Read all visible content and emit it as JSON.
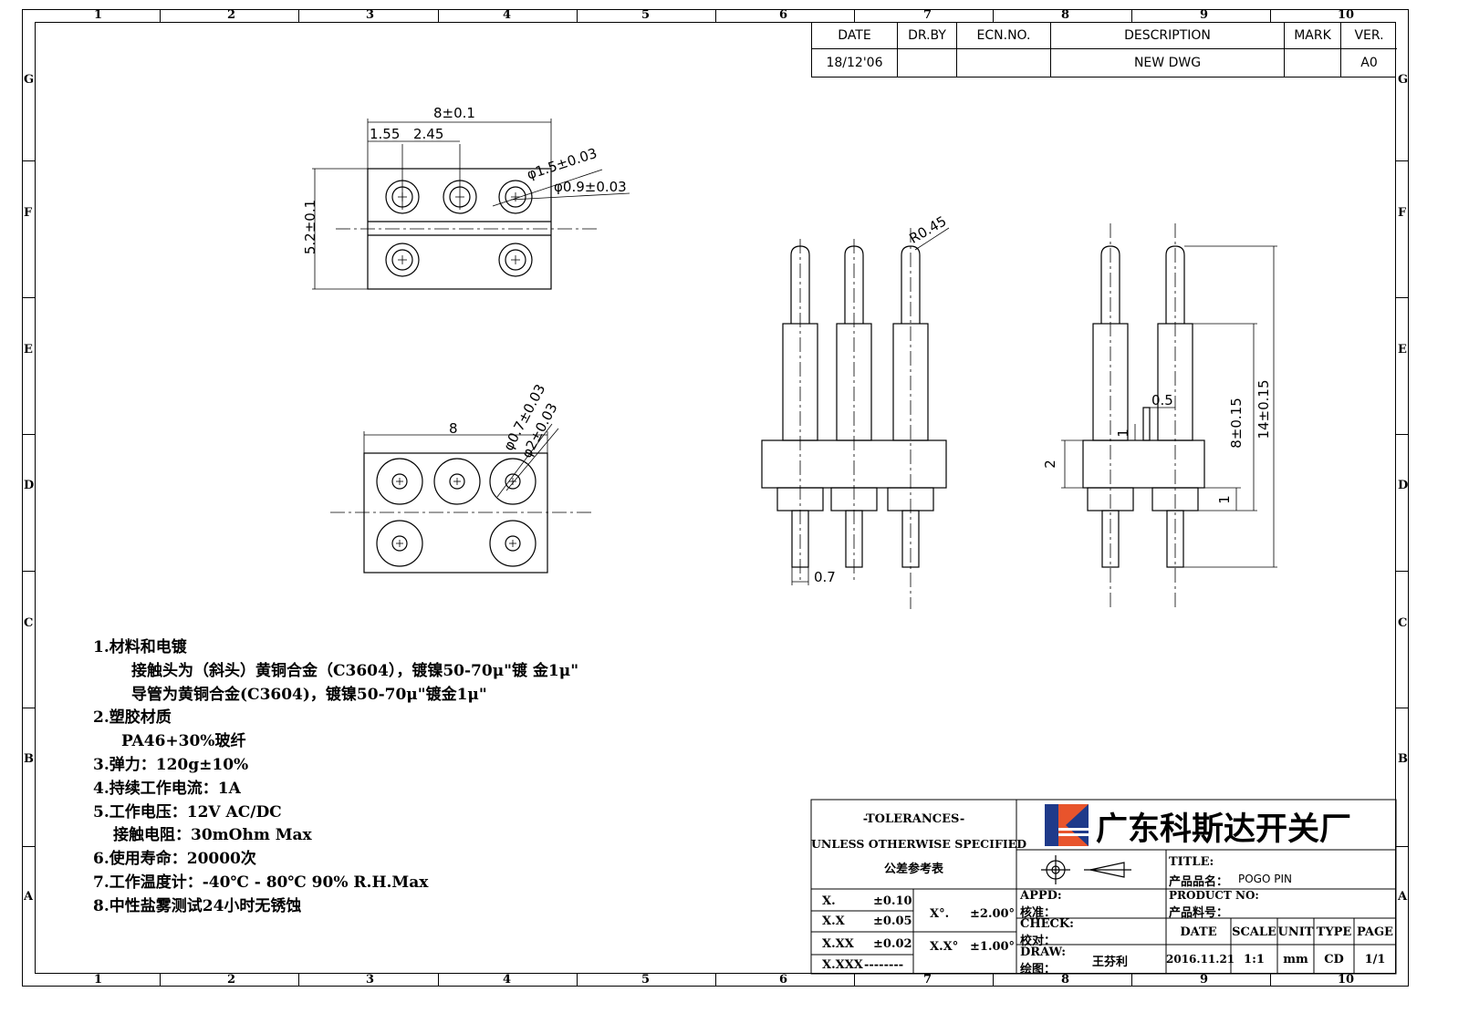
{
  "border": {
    "columns": [
      "1",
      "2",
      "3",
      "4",
      "5",
      "6",
      "7",
      "8",
      "9",
      "10"
    ],
    "rows": [
      "G",
      "F",
      "E",
      "D",
      "C",
      "B",
      "A"
    ]
  },
  "revision": {
    "headers": [
      "DATE",
      "DR.BY",
      "ECN.NO.",
      "DESCRIPTION",
      "MARK",
      "VER."
    ],
    "row": [
      "18/12'06",
      "",
      "",
      "NEW  DWG",
      "",
      "A0"
    ]
  },
  "dimensions": {
    "top_width": "8±0.1",
    "top_pitch1": "1.55",
    "top_pitch2": "2.45",
    "top_height": "5.2±0.1",
    "top_hole_outer": "φ1.5±0.03",
    "top_hole_inner": "φ0.9±0.03",
    "bottom_width": "8",
    "bottom_hole_outer": "φ0.7±0.03",
    "bottom_hole_inner": "φ2±0.03",
    "front_radius": "R0.45",
    "front_pin_dia": "0.7",
    "side_step": "0.5",
    "side_tail": "1",
    "side_body": "2",
    "side_bottom": "1",
    "side_mid": "8±0.15",
    "side_total": "14±0.15"
  },
  "notes": [
    "1.材料和电镀",
    "接触头为（斜头）黄铜合金（C3604），镀镍50-70μ\"镀 金1μ\"",
    "导管为黄铜合金(C3604)，镀镍50-70μ\"镀金1μ\"",
    "2.塑胶材质",
    "PA46+30%玻纤",
    "3.弹力：120g±10%",
    "4.持续工作电流：1A",
    "5.工作电压：12V AC/DC",
    "接触电阻：30mOhm Max",
    "6.使用寿命：20000次",
    "7.工作温度计：-40℃ - 80℃   90% R.H.Max",
    "8.中性盐雾测试24小时无锈蚀"
  ],
  "title_block": {
    "tolerances_title": "-TOLERANCES-",
    "tolerances_sub": "UNLESS OTHERWISE SPECIFIED",
    "tolerances_cn": "公差参考表",
    "tolerances": [
      {
        "fmt": "X.",
        "val": "±0.10"
      },
      {
        "fmt": "X.X",
        "val": "±0.05"
      },
      {
        "fmt": "X.XX",
        "val": "±0.02"
      },
      {
        "fmt": "X.XXX",
        "val": "--------"
      }
    ],
    "angles": [
      {
        "fmt": "X°.",
        "val": "±2.00°"
      },
      {
        "fmt": "X.X°",
        "val": "±1.00°"
      }
    ],
    "company": "广东科斯达开关厂",
    "title_label": "TITLE:",
    "title_cn": "产品品名：",
    "title_value": "POGO  PIN",
    "product_label": "PRODUCT NO:",
    "product_cn": "产品料号：",
    "appd_label": "APPD:",
    "appd_cn": "核准：",
    "check_label": "CHECK:",
    "check_cn": "校对：",
    "draw_label": "DRAW:",
    "draw_cn": "绘图：",
    "drawer": "王芬利",
    "headers": [
      "DATE",
      "SCALE",
      "UNIT",
      "TYPE",
      "PAGE"
    ],
    "values": [
      "2016.11.21",
      "1:1",
      "mm",
      "CD",
      "1/1"
    ]
  }
}
